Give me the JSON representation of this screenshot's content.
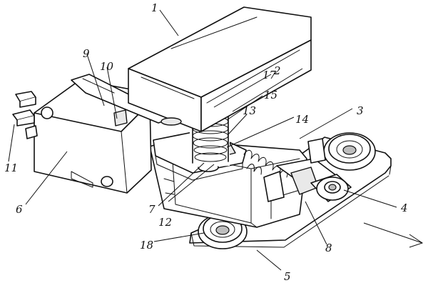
{
  "labels": {
    "l1": "1",
    "l2": "2",
    "l3": "3",
    "l4": "4",
    "l5": "5",
    "l6": "6",
    "l7": "7",
    "l8": "8",
    "l9": "9",
    "l10": "10",
    "l11": "11",
    "l12": "12",
    "l13": "13",
    "l14": "14",
    "l15": "15",
    "l17": "17",
    "l18": "18"
  }
}
